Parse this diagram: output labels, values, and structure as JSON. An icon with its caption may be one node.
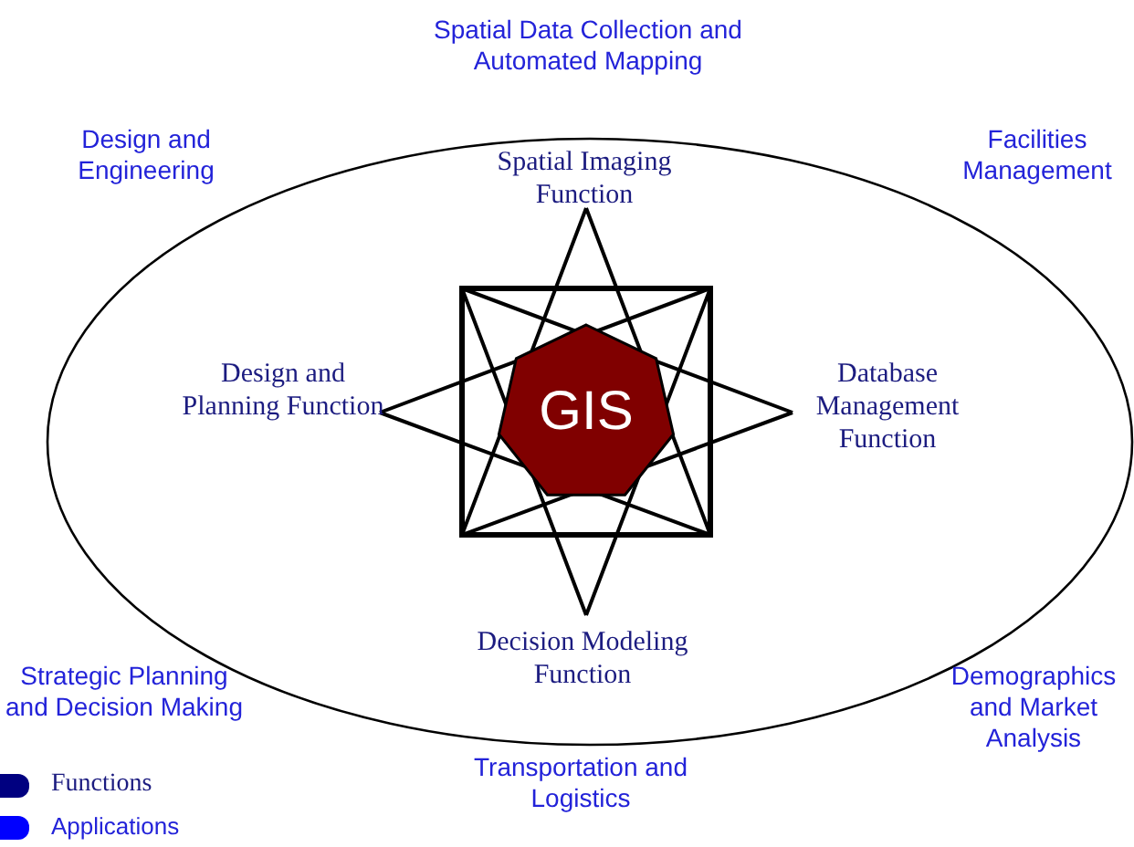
{
  "diagram": {
    "nodes": [
      {
        "text": [
          "GIS"
        ]
      }
    ],
    "labels": [
      "Spatial Data Collection and Automated Mapping",
      "Design and Engineering",
      "Spatial Imaging Function",
      "Facilities Management",
      "Design and Planning Function",
      "Database Management Function",
      "Decision Modeling Function",
      "Strategic Planning and Decision Making",
      "Demographics and Market Analysis",
      "Transportation and Logistics"
    ],
    "legend": [
      {
        "text": "Functions",
        "color": "#000080"
      },
      {
        "text": "Applications",
        "color": "#0000ff"
      }
    ]
  }
}
